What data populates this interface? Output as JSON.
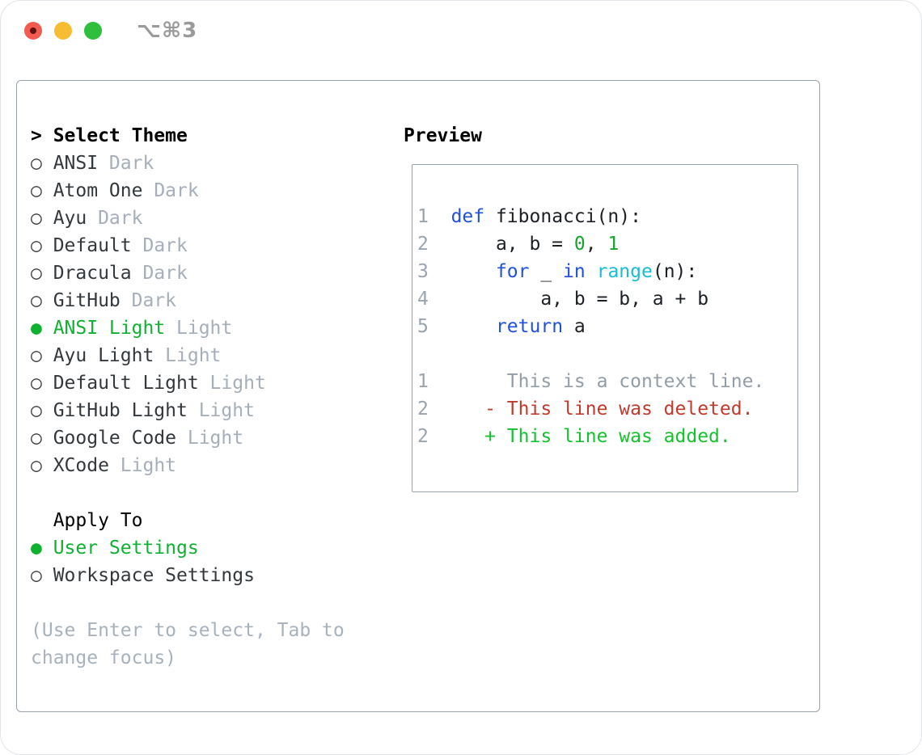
{
  "titlebar": {
    "title": "⌥⌘3"
  },
  "colors": {
    "accent-green": "#10b132",
    "keyword": "#2050df",
    "number": "#17a42d",
    "builtin": "#18bed6",
    "deleted": "#c23a2b",
    "added": "#15c22e",
    "context": "#939da7",
    "lineno": "#9aa4ae",
    "muted": "#a6aeba",
    "hint": "#a8b2bc",
    "item": "#33383d",
    "marker": "#3c4043",
    "code": "#1c2025",
    "border": "#9aa2ac",
    "light-red": "#f35b51",
    "light-red-dot": "#5e1412",
    "light-yellow": "#f7bd32",
    "light-green": "#2ec03d",
    "title-gray": "#9a9a9a"
  },
  "markers": {
    "selected": "●",
    "unselected": "○"
  },
  "theme_selector": {
    "header": {
      "marker": ">",
      "label": "Select Theme"
    },
    "items": [
      {
        "label": "ANSI",
        "variant": "Dark",
        "selected": false
      },
      {
        "label": "Atom One",
        "variant": "Dark",
        "selected": false
      },
      {
        "label": "Ayu",
        "variant": "Dark",
        "selected": false
      },
      {
        "label": "Default",
        "variant": "Dark",
        "selected": false
      },
      {
        "label": "Dracula",
        "variant": "Dark",
        "selected": false
      },
      {
        "label": "GitHub",
        "variant": "Dark",
        "selected": false
      },
      {
        "label": "ANSI Light",
        "variant": "Light",
        "selected": true
      },
      {
        "label": "Ayu Light",
        "variant": "Light",
        "selected": false
      },
      {
        "label": "Default Light",
        "variant": "Light",
        "selected": false
      },
      {
        "label": "GitHub Light",
        "variant": "Light",
        "selected": false
      },
      {
        "label": "Google Code",
        "variant": "Light",
        "selected": false
      },
      {
        "label": "XCode",
        "variant": "Light",
        "selected": false
      }
    ]
  },
  "apply_to": {
    "label": "Apply To",
    "options": [
      {
        "label": "User Settings",
        "selected": true
      },
      {
        "label": "Workspace Settings",
        "selected": false
      }
    ]
  },
  "hint": "(Use Enter to select, Tab to change focus)",
  "preview": {
    "label": "Preview",
    "code_lines": [
      {
        "num": "1",
        "segments": [
          {
            "t": "  "
          },
          {
            "t": "def",
            "c": "kw"
          },
          {
            "t": " fibonacci(n):"
          }
        ]
      },
      {
        "num": "2",
        "segments": [
          {
            "t": "      a, b = "
          },
          {
            "t": "0",
            "c": "numlit"
          },
          {
            "t": ", "
          },
          {
            "t": "1",
            "c": "numlit"
          }
        ]
      },
      {
        "num": "3",
        "segments": [
          {
            "t": "      "
          },
          {
            "t": "for",
            "c": "kw"
          },
          {
            "t": " _ "
          },
          {
            "t": "in",
            "c": "kw"
          },
          {
            "t": " "
          },
          {
            "t": "range",
            "c": "builtin"
          },
          {
            "t": "(n):"
          }
        ]
      },
      {
        "num": "4",
        "segments": [
          {
            "t": "          a, b = b, a + b"
          }
        ]
      },
      {
        "num": "5",
        "segments": [
          {
            "t": "      "
          },
          {
            "t": "return",
            "c": "kw"
          },
          {
            "t": " a"
          }
        ]
      }
    ],
    "diff_lines": [
      {
        "num": "1",
        "segments": [
          {
            "t": "       This is a context line.",
            "c": "context"
          }
        ]
      },
      {
        "num": "2",
        "segments": [
          {
            "t": "     - This line was deleted.",
            "c": "deleted"
          }
        ]
      },
      {
        "num": "2",
        "segments": [
          {
            "t": "     + This line was added.",
            "c": "added"
          }
        ]
      }
    ]
  }
}
